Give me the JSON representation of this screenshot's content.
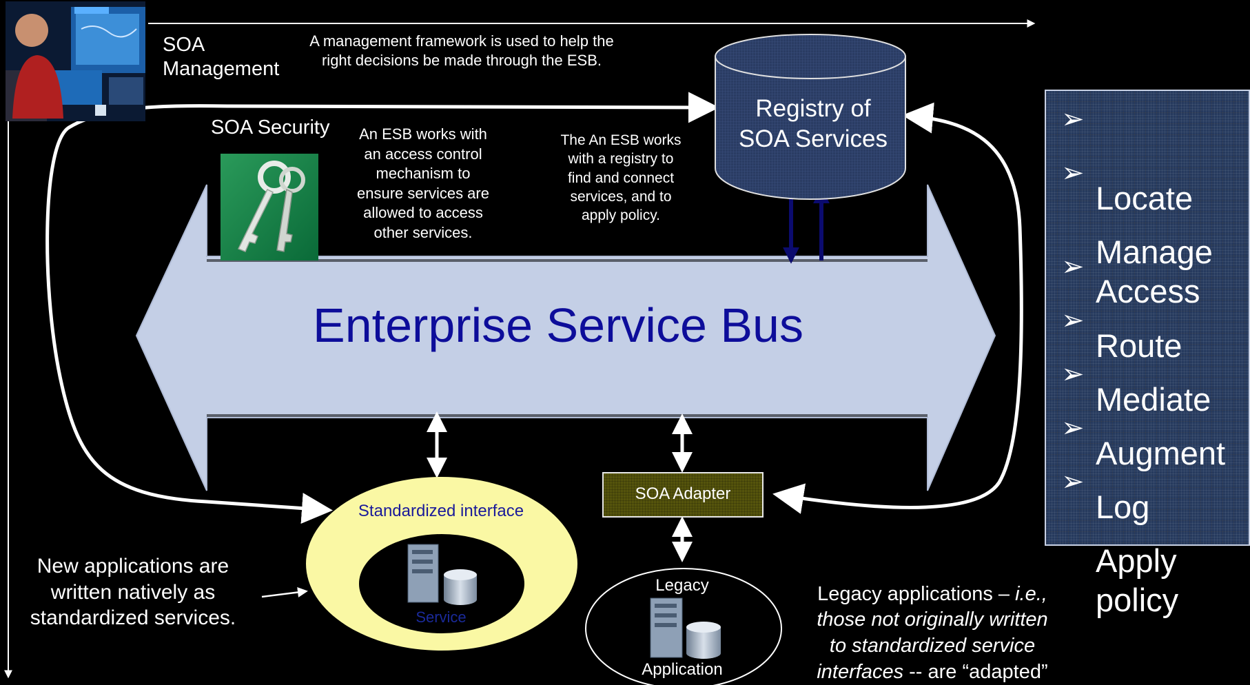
{
  "management": {
    "title": "SOA\nManagement",
    "description": "A management framework is used to help the\nright decisions be made through the ESB."
  },
  "security": {
    "title": "SOA Security",
    "description": "An ESB works with\nan access control\nmechanism to\nensure services are\nallowed to access\nother services."
  },
  "registry": {
    "description": "The An ESB works\nwith a  registry to\nfind and connect\nservices, and to\napply policy.",
    "label": "Registry of\nSOA Services"
  },
  "esb": {
    "label": "Enterprise Service Bus"
  },
  "service": {
    "interface_label": "Standardized interface",
    "label": "Service"
  },
  "adapter": {
    "label": "SOA Adapter"
  },
  "legacy": {
    "top_label": "Legacy",
    "bottom_label": "Application",
    "description": "Legacy applications – i.e.,\nthose not originally written\nto standardized service\ninterfaces --  are “adapted”\nto behave as services."
  },
  "new_apps": {
    "description": "New applications are\nwritten natively as\nstandardized services."
  },
  "functions": {
    "bullet": "➢",
    "items": [
      "Locate",
      "Manage\nAccess",
      "Route",
      "Mediate",
      "Augment",
      "Log",
      "Apply\npolicy"
    ]
  },
  "colors": {
    "esb_fill": "#c4cfe6",
    "esb_text": "#0d0d9a",
    "registry_fill": "#2a3c63",
    "service_ellipse": "#faf8a4",
    "adapter_fill": "#55540c",
    "panel_fill": "#263a5e",
    "arrow_dark": "#0b0b6e"
  }
}
